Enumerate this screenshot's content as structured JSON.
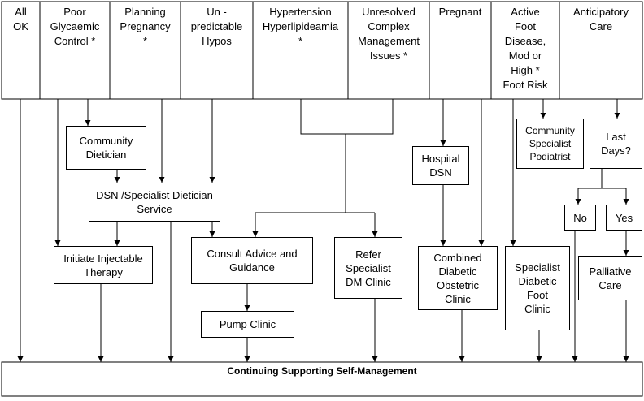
{
  "header_columns": [
    {
      "id": "all_ok",
      "label": "All\nOK"
    },
    {
      "id": "poor_glycaemic",
      "label": "Poor\nGlycaemic\nControl *"
    },
    {
      "id": "planning_pregnancy",
      "label": "Planning\nPregnancy\n*"
    },
    {
      "id": "unpredictable_hypos",
      "label": "Un -\npredictable\nHypos"
    },
    {
      "id": "hypertension",
      "label": "Hypertension\nHyperlipideamia\n*"
    },
    {
      "id": "unresolved",
      "label": "Unresolved\nComplex\nManagement\nIssues *"
    },
    {
      "id": "pregnant",
      "label": "Pregnant"
    },
    {
      "id": "active_foot",
      "label": "Active\nFoot\nDisease,\nMod or\nHigh *\nFoot Risk"
    },
    {
      "id": "anticipatory",
      "label": "Anticipatory\nCare"
    }
  ],
  "boxes": {
    "community_dietician": "Community\nDietician",
    "dsn_specialist": "DSN /Specialist Dietician\nService",
    "initiate_injectable": "Initiate Injectable\nTherapy",
    "consult_advice": "Consult Advice and\nGuidance",
    "pump_clinic": "Pump Clinic",
    "refer_specialist": "Refer\nSpecialist\nDM Clinic",
    "hospital_dsn": "Hospital\nDSN",
    "combined_obstetric": "Combined\nDiabetic\nObstetric\nClinic",
    "community_podiatrist": "Community\nSpecialist\nPodiatrist",
    "specialist_foot": "Specialist\nDiabetic\nFoot\nClinic",
    "last_days": "Last\nDays?",
    "no": "No",
    "yes": "Yes",
    "palliative_care": "Palliative\nCare"
  },
  "footer": "Continuing Supporting Self-Management"
}
